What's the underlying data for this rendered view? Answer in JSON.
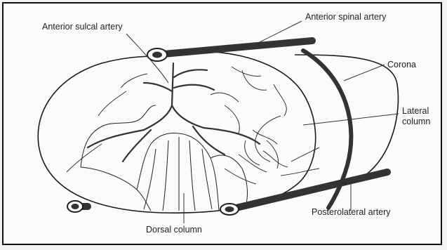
{
  "labels": {
    "anterior_sulcal_artery": "Anterior sulcal artery",
    "anterior_spinal_artery": "Anterior spinal artery",
    "corona": "Corona",
    "lateral_column_1": "Lateral",
    "lateral_column_2": "column",
    "posterolateral_artery": "Posterolateral artery",
    "dorsal_column": "Dorsal column"
  }
}
